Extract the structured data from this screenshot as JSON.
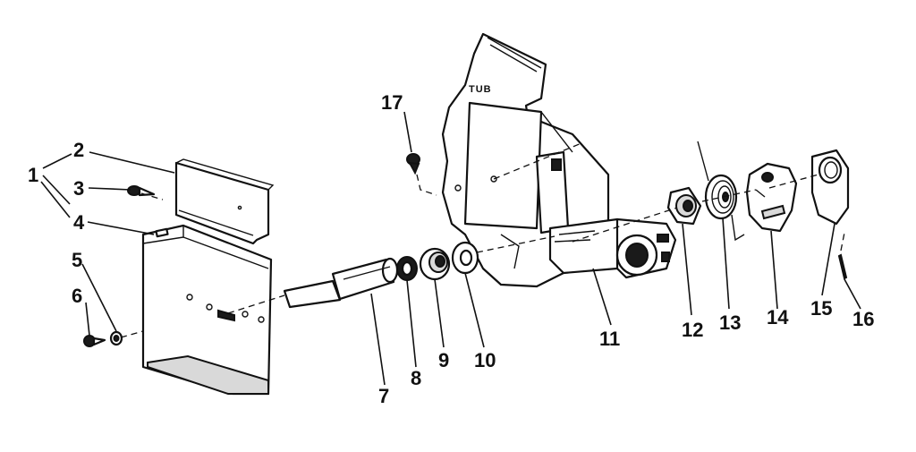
{
  "diagram": {
    "panel_label": "TUB",
    "callouts": [
      "1",
      "2",
      "3",
      "4",
      "5",
      "6",
      "7",
      "8",
      "9",
      "10",
      "11",
      "12",
      "13",
      "14",
      "15",
      "16",
      "17"
    ]
  }
}
